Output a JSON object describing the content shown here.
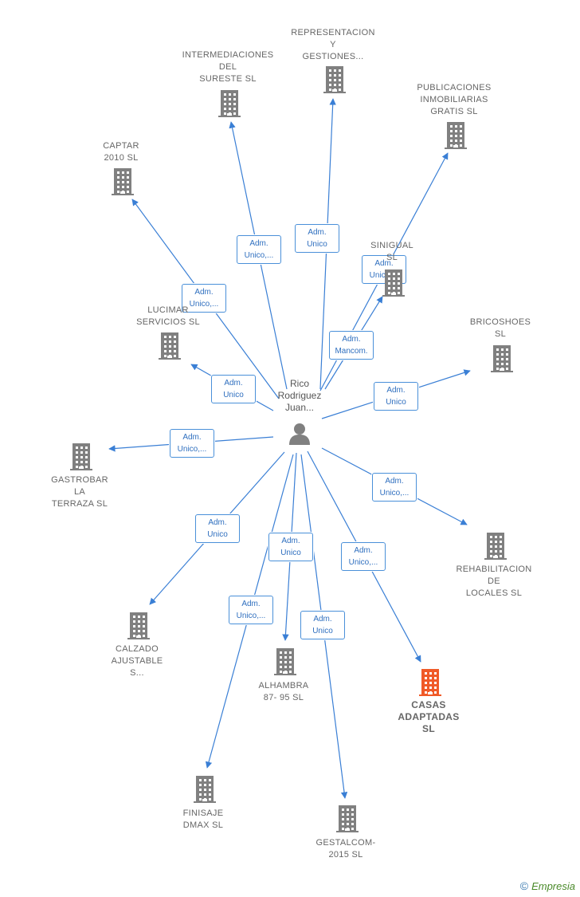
{
  "center": {
    "name": "Rico\nRodriguez\nJuan...",
    "icon": "person-icon",
    "color": "#888888"
  },
  "colors": {
    "edge": "#3a7fd5",
    "building": "#808080",
    "highlight": "#f05a28"
  },
  "companies": [
    {
      "id": "representacion",
      "label": "REPRESENTACION\nY\nGESTIONES...",
      "relation": "Adm.\nUnico"
    },
    {
      "id": "intermediaciones",
      "label": "INTERMEDIACIONES\nDEL\nSURESTE SL",
      "relation": "Adm.\nUnico,..."
    },
    {
      "id": "publicaciones",
      "label": "PUBLICACIONES\nINMOBILIARIAS\nGRATIS SL",
      "relation": "Adm.\nUnico,..."
    },
    {
      "id": "captar",
      "label": "CAPTAR\n2010 SL",
      "relation": "Adm.\nUnico,..."
    },
    {
      "id": "sinigual",
      "label": "SINIGUAL\nSL",
      "relation": "Adm.\nMancom."
    },
    {
      "id": "lucimar",
      "label": "LUCIMAR\nSERVICIOS SL",
      "relation": "Adm.\nUnico"
    },
    {
      "id": "bricoshoes",
      "label": "BRICOSHOES\nSL",
      "relation": "Adm.\nUnico"
    },
    {
      "id": "gastrobar",
      "label": "GASTROBAR\nLA\nTERRAZA SL",
      "relation": "Adm.\nUnico,..."
    },
    {
      "id": "rehabilitacion",
      "label": "REHABILITACION\nDE\nLOCALES SL",
      "relation": "Adm.\nUnico,..."
    },
    {
      "id": "calzado",
      "label": "CALZADO\nAJUSTABLE\nS...",
      "relation": "Adm.\nUnico"
    },
    {
      "id": "alhambra",
      "label": "ALHAMBRA\n87- 95 SL",
      "relation": "Adm.\nUnico"
    },
    {
      "id": "casas",
      "label": "CASAS\nADAPTADAS\nSL",
      "relation": "Adm.\nUnico,...",
      "highlight": true
    },
    {
      "id": "finisaje",
      "label": "FINISAJE\nDMAX SL",
      "relation": "Adm.\nUnico,..."
    },
    {
      "id": "gestalcom",
      "label": "GESTALCOM-\n2015 SL",
      "relation": "Adm.\nUnico"
    }
  ],
  "footer": {
    "copyright": "©",
    "brand": "Empresia"
  }
}
